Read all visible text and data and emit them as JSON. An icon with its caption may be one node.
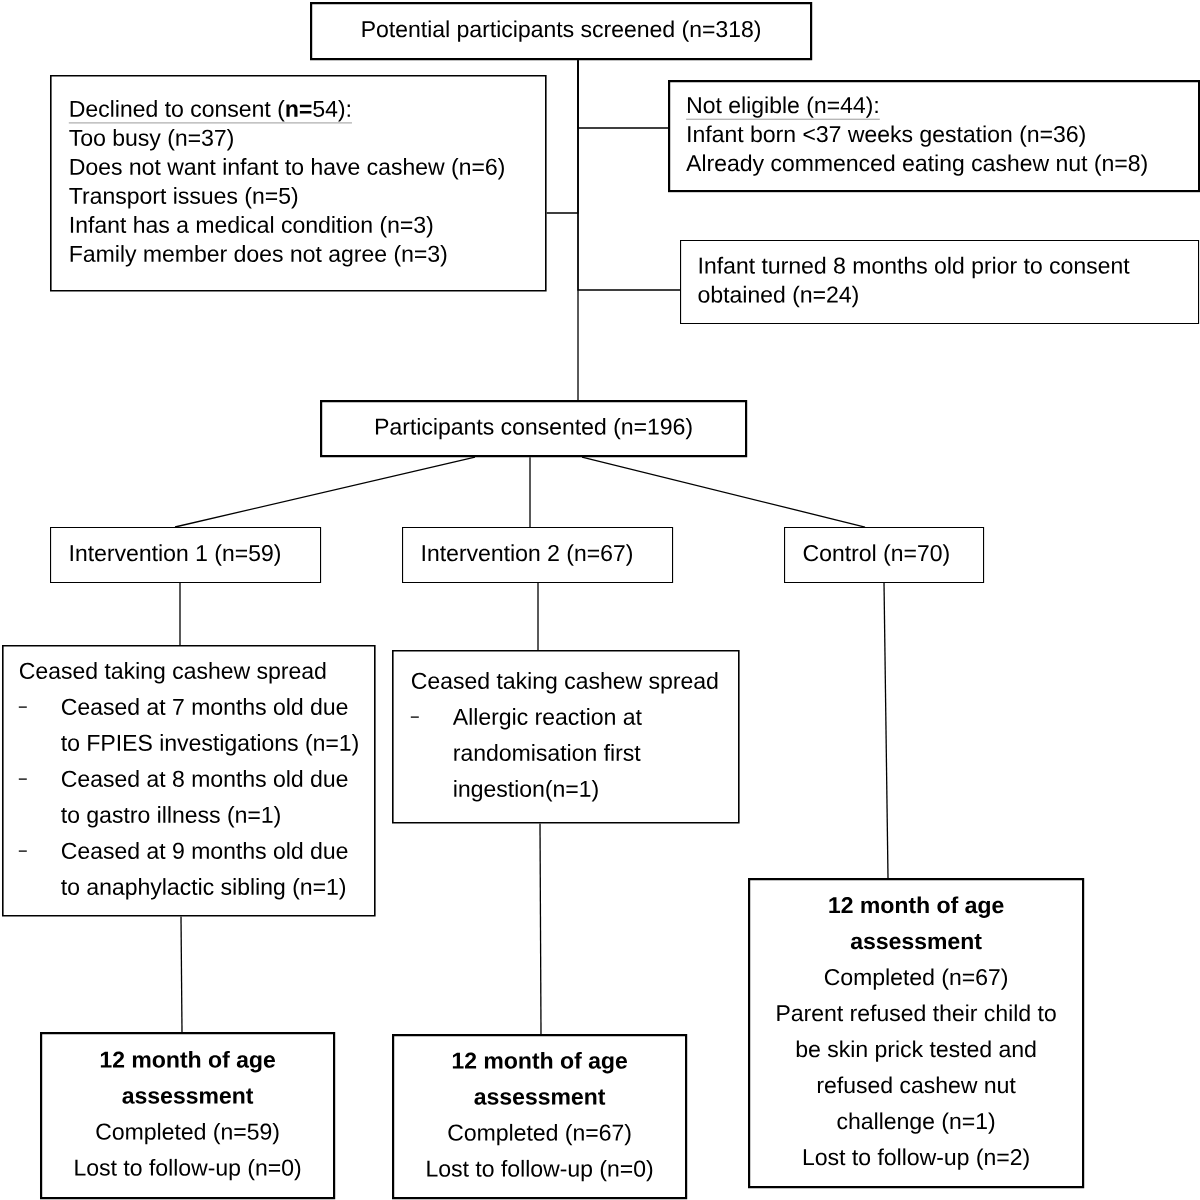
{
  "diagram": {
    "nodes": [
      {
        "text": [
          "Potential participants screened (n=318)"
        ]
      },
      {
        "text": [
          "Declined to consent (**n=**54):",
          "Too busy (n=37)",
          "Does not want infant to have cashew (n=6)",
          "Transport issues (n=5)",
          "Infant has a medical condition (n=3)",
          "Family member does not agree (n=3)"
        ]
      },
      {
        "text": [
          "Not eligible (n=44):",
          "Infant born <37 weeks gestation (n=36)",
          "Already commenced eating cashew nut (n=8)"
        ]
      },
      {
        "text": [
          "Infant turned 8 months old prior to consent obtained (n=24)"
        ]
      },
      {
        "text": [
          "Participants consented (n=196)"
        ]
      },
      {
        "text": [
          "Intervention 1 (n=59)"
        ]
      },
      {
        "text": [
          "Intervention 2 (n=67)"
        ]
      },
      {
        "text": [
          "Control (n=70)"
        ]
      },
      {
        "text": [
          "Ceased taking cashew spread",
          "Ceased at 7 months old due to FPIES investigations (n=1)",
          "Ceased at 8 months old due to gastro illness (n=1)",
          "Ceased at 9 months old due to anaphylactic sibling (n=1)"
        ]
      },
      {
        "text": [
          "Ceased taking cashew spread",
          "Allergic reaction at randomisation first ingestion(n=1)"
        ]
      },
      {
        "text": [
          "12 month of age assessment",
          "Completed (n=59)",
          "Lost to follow-up (n=0)"
        ]
      },
      {
        "text": [
          "12 month of age assessment",
          "Completed (n=67)",
          "Lost to follow-up (n=0)"
        ]
      },
      {
        "text": [
          "12 month of age assessment",
          "Completed (n=67)",
          "Parent refused their child to be skin prick tested and refused cashew nut challenge (n=1)",
          "Lost to follow-up (n=2)"
        ]
      }
    ],
    "edges": [
      {
        "from": 0,
        "to": 4,
        "arrow": "none"
      },
      {
        "from": 0,
        "to": 1,
        "arrow": "none"
      },
      {
        "from": 0,
        "to": 2,
        "arrow": "none"
      },
      {
        "from": 0,
        "to": 3,
        "arrow": "none"
      },
      {
        "from": 4,
        "to": 5,
        "arrow": "none"
      },
      {
        "from": 4,
        "to": 6,
        "arrow": "none"
      },
      {
        "from": 4,
        "to": 7,
        "arrow": "none"
      },
      {
        "from": 5,
        "to": 8,
        "arrow": "none"
      },
      {
        "from": 6,
        "to": 9,
        "arrow": "none"
      },
      {
        "from": 7,
        "to": 12,
        "arrow": "none"
      },
      {
        "from": 8,
        "to": 10,
        "arrow": "none"
      },
      {
        "from": 9,
        "to": 11,
        "arrow": "none"
      }
    ]
  }
}
